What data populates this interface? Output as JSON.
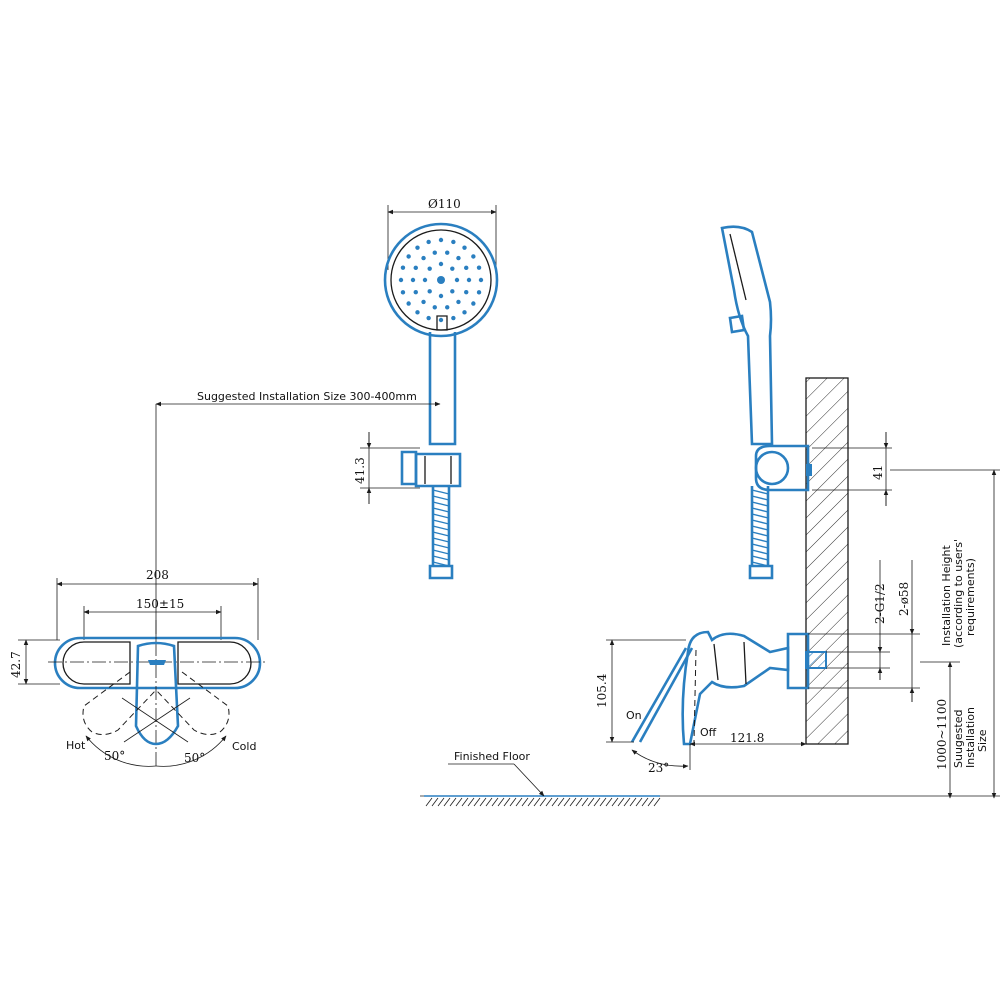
{
  "labels": {
    "diameter_head": "Ø110",
    "suggested_size": "Suggested Installation Size 300-400mm",
    "holder_height": "41.3",
    "width_total": "208",
    "centers": "150±15",
    "body_height": "42.7",
    "hot": "Hot",
    "cold": "Cold",
    "angle_left": "50°",
    "angle_right": "50°",
    "bracket_41": "41",
    "thread": "2-G1/2",
    "diameter_58": "2-ø58",
    "install_height_1": "Installation Height",
    "install_height_2": "(according to users'",
    "install_height_3": "requirements)",
    "range": "1000~1100",
    "suggested_size_1": "Suugested",
    "suggested_size_2": "Installation",
    "suggested_size_3": "Size",
    "height_1054": "105.4",
    "on": "On",
    "off": "Off",
    "angle_23": "23°",
    "depth_1218": "121.8",
    "finished_floor": "Finished Floor"
  },
  "colors": {
    "outline_blue": "#2a7fc0",
    "line_black": "#1b1b1b",
    "background": "#ffffff"
  }
}
